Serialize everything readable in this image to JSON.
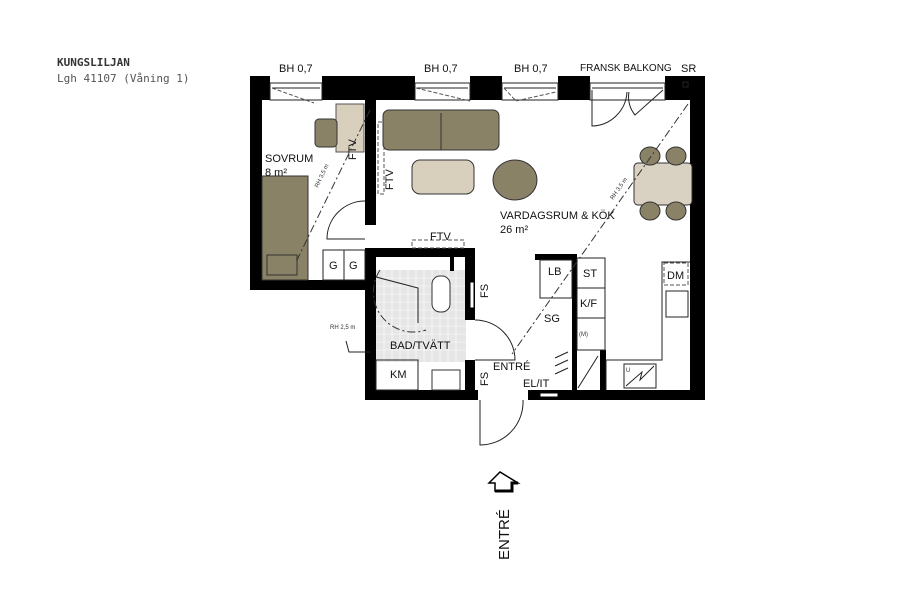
{
  "header": {
    "project": "KUNGSLILJAN",
    "apartment": "Lgh 41107 (Våning 1)"
  },
  "plan": {
    "windows": [
      "BH 0,7",
      "BH 0,7",
      "BH 0,7",
      "FRANSK BALKONG"
    ],
    "sr_label": "SR",
    "rooms": {
      "bedroom": {
        "name": "SOVRUM",
        "area": "8 m²"
      },
      "living": {
        "name": "VARDAGSRUM & KÖK",
        "area": "26 m²"
      },
      "bath": {
        "name": "BAD/TVÄTT"
      },
      "entry": {
        "name": "ENTRÉ"
      }
    },
    "fixtures": {
      "ftv": "FTV",
      "wardrobe": "G",
      "fs": "FS",
      "lb": "LB",
      "st": "ST",
      "kf": "K/F",
      "sg": "SG",
      "m": "(M)",
      "dm": "DM",
      "km": "KM",
      "elit": "EL/IT",
      "u": "U"
    },
    "ceiling_heights": [
      "RH 3,5 m",
      "RH 3,5 m",
      "RH 2,5 m"
    ],
    "entrance_label": "ENTRÉ"
  },
  "colors": {
    "furniture_olive": "#8a8266",
    "furniture_beige": "#d9cfbd",
    "bath_tile": "#e6e6e6"
  }
}
